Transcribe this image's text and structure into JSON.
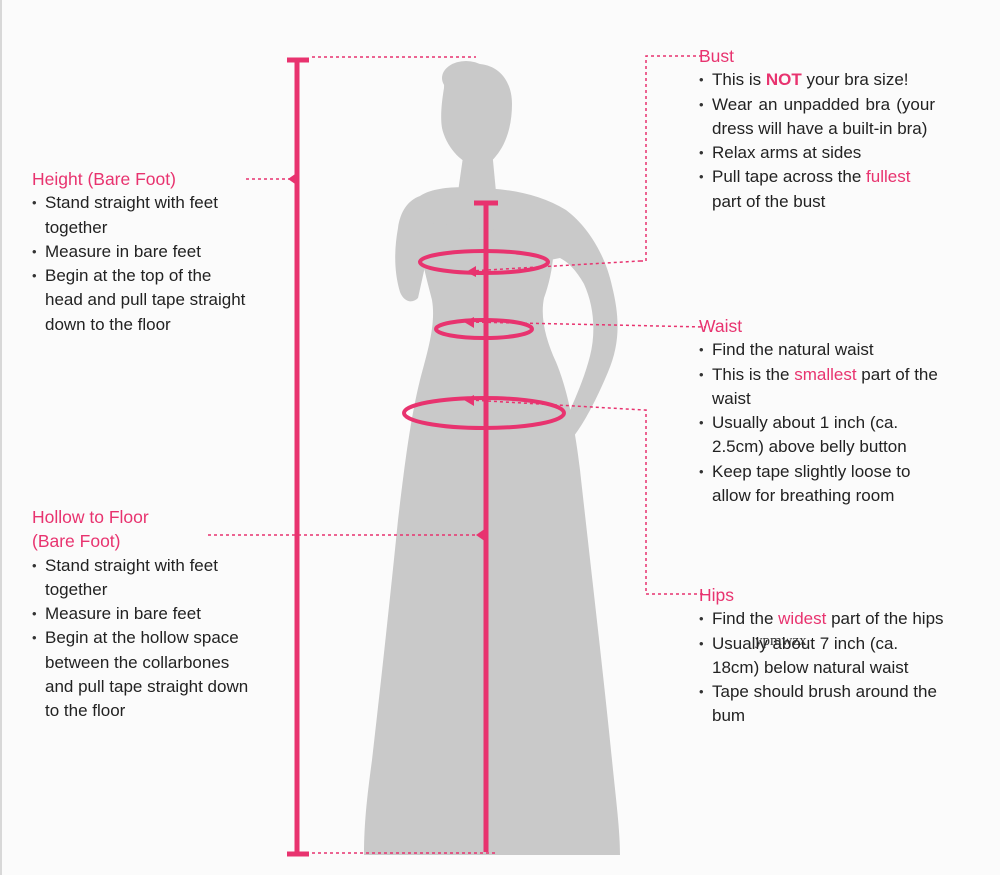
{
  "colors": {
    "accent": "#e8336f",
    "silhouette": "#c9c9c9",
    "text": "#222222"
  },
  "height": {
    "heading": "Height (Bare Foot)",
    "items": [
      "Stand straight with feet together",
      "Measure in bare feet",
      "Begin at the top of the head and pull tape straight down to the floor"
    ]
  },
  "hollow": {
    "heading_line1": "Hollow to Floor",
    "heading_line2": "(Bare Foot)",
    "items": [
      "Stand straight with feet together",
      "Measure in bare feet",
      "Begin at the hollow space between the collarbones and pull tape straight down to the floor"
    ]
  },
  "bust": {
    "heading": "Bust",
    "item1_pre": "This is ",
    "item1_hl": "NOT",
    "item1_post": " your bra size!",
    "item2": "Wear an unpadded bra (your dress will have a built-in bra)",
    "item3": "Relax arms at sides",
    "item4_pre": "Pull tape across the ",
    "item4_hl": "fullest",
    "item4_post": " part of the bust"
  },
  "waist": {
    "heading": "Waist",
    "item1": "Find the natural waist",
    "item2_pre": "This is the ",
    "item2_hl": "smallest",
    "item2_post": " part of the waist",
    "item3": "Usually about 1 inch (ca. 2.5cm) above belly button",
    "item4": "Keep tape slightly loose to allow for breathing room"
  },
  "hips": {
    "heading": "Hips",
    "item1_pre": "Find the ",
    "item1_hl": "widest",
    "item1_post": " part of the hips",
    "item2": "Usually about 7 inch (ca. 18cm) below natural waist",
    "item3": "Tape should brush around the bum"
  },
  "watermark": "ypmwzx"
}
